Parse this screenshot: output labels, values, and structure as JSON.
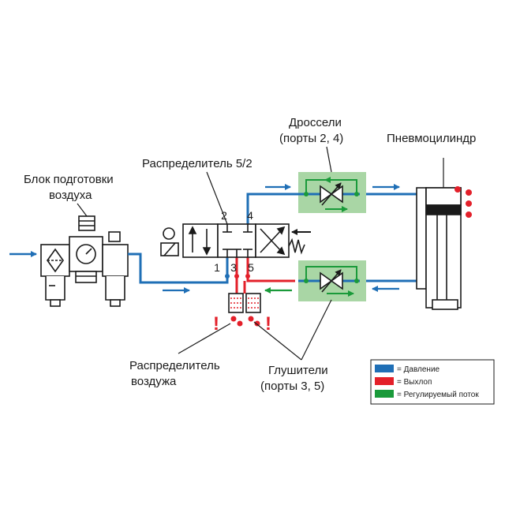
{
  "colors": {
    "pressure": "#1f6fb6",
    "exhaust": "#e3202a",
    "regulated": "#1a9a3a",
    "throttle_box": "#a9d6a5",
    "outline": "#1a1a1a"
  },
  "labels": {
    "air_prep_line1": "Блок подготовки",
    "air_prep_line2": "воздуха",
    "distributor": "Распределитель 5/2",
    "throttles_line1": "Дроссели",
    "throttles_line2": "(порты 2, 4)",
    "cylinder": "Пневмоцилиндр",
    "distributor_air_line1": "Распределитель",
    "distributor_air_line2": "воздужа",
    "silencers_line1": "Глушители",
    "silencers_line2": "(порты 3, 5)"
  },
  "ports": {
    "p2": "2",
    "p4": "4",
    "p1": "1",
    "p3": "3",
    "p5": "5"
  },
  "legend": {
    "items": [
      {
        "color": "#1f6fb6",
        "label": "= Давление"
      },
      {
        "color": "#e3202a",
        "label": "= Выхлоп"
      },
      {
        "color": "#1a9a3a",
        "label": "= Регулируемый поток"
      }
    ]
  },
  "warnings": {
    "mark": "!"
  }
}
